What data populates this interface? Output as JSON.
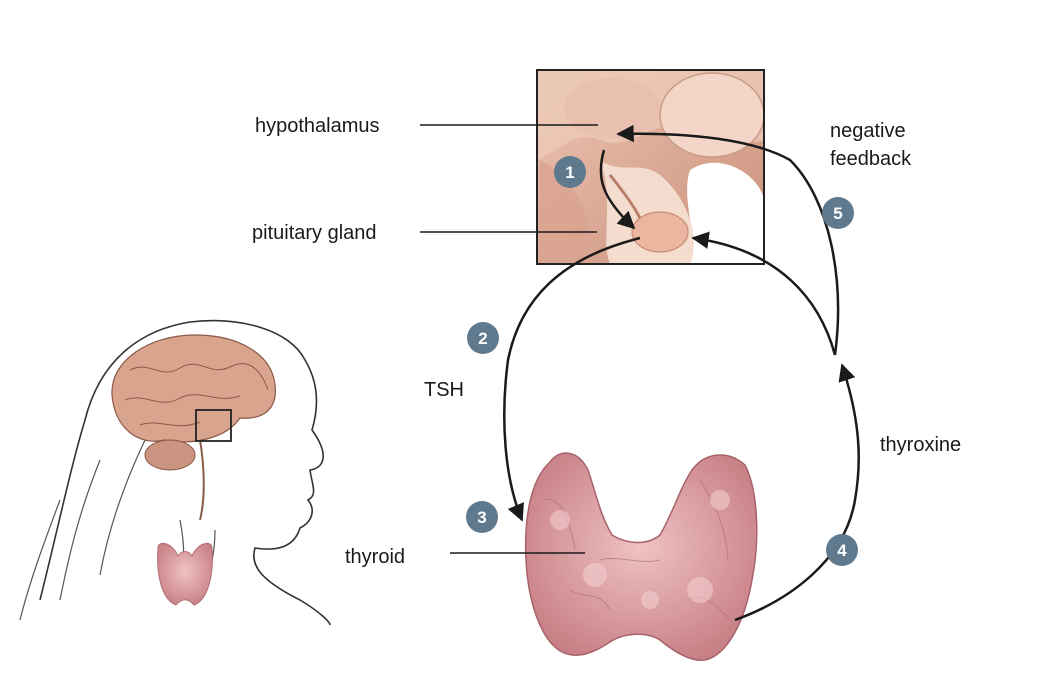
{
  "labels": {
    "hypothalamus": "hypothalamus",
    "pituitary": "pituitary gland",
    "negative_line1": "negative",
    "negative_line2": "feedback",
    "tsh": "TSH",
    "thyroxine": "thyroxine",
    "thyroid": "thyroid"
  },
  "steps": [
    "1",
    "2",
    "3",
    "4",
    "5"
  ],
  "colors": {
    "badge": "#5f7a8f",
    "arrow": "#1a1a1a",
    "tissue": "#e2b4a0",
    "thyroid": "#d99a9e",
    "brain": "#d6a08a"
  }
}
